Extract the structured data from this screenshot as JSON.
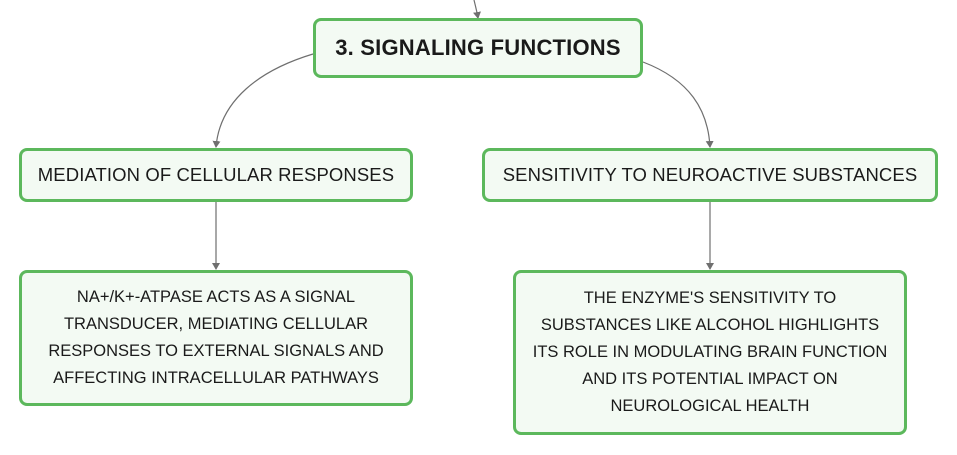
{
  "diagram": {
    "root": {
      "label": "3. SIGNALING FUNCTIONS"
    },
    "branches": [
      {
        "label": "MEDIATION OF CELLULAR RESPONSES",
        "detail": "NA+/K+-ATPASE ACTS AS A SIGNAL TRANSDUCER, MEDIATING CELLULAR RESPONSES TO EXTERNAL SIGNALS AND AFFECTING INTRACELLULAR PATHWAYS"
      },
      {
        "label": "SENSITIVITY TO NEUROACTIVE SUBSTANCES",
        "detail": "THE ENZYME'S SENSITIVITY TO SUBSTANCES LIKE ALCOHOL HIGHLIGHTS ITS ROLE IN MODULATING BRAIN FUNCTION AND ITS POTENTIAL IMPACT ON NEUROLOGICAL HEALTH"
      }
    ],
    "colors": {
      "node_border": "#5cb85c",
      "node_fill": "#f3faf3",
      "connector": "#6f6f6f"
    }
  }
}
